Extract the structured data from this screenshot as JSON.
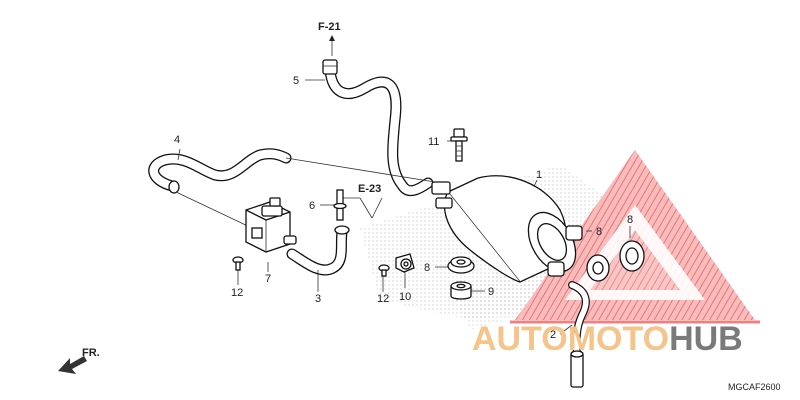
{
  "references": {
    "top": "F-21",
    "middle": "E-23"
  },
  "callouts": {
    "c1": "1",
    "c2": "2",
    "c3": "3",
    "c4": "4",
    "c5": "5",
    "c6": "6",
    "c7": "7",
    "c8a": "8",
    "c8b": "8",
    "c8c": "8",
    "c9": "9",
    "c10": "10",
    "c11": "11",
    "c12a": "12",
    "c12b": "12"
  },
  "front_marker": "FR.",
  "diagram_code": "MGCAF2600",
  "watermark": {
    "part1": "AUTOMOTO",
    "part2": "HUB"
  },
  "colors": {
    "watermark_red": "#f08080",
    "watermark_orange": "#f5c48a",
    "watermark_gray": "#7a7a7a",
    "ink": "#111111"
  }
}
